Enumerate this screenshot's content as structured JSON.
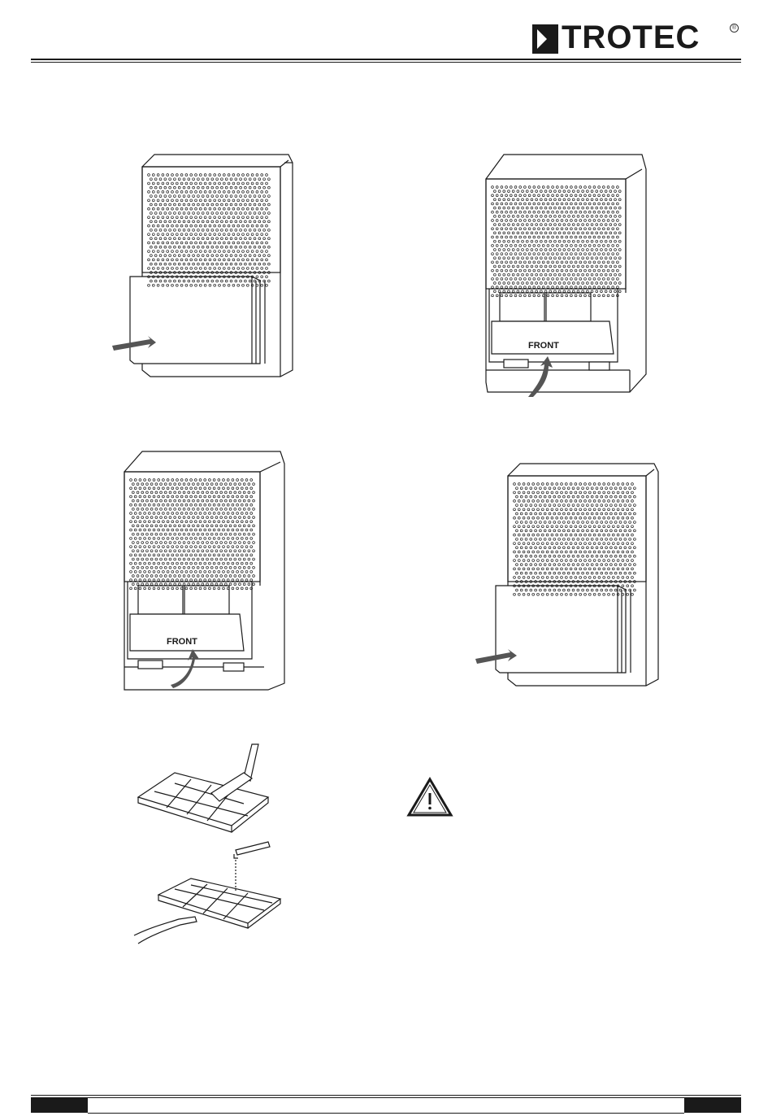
{
  "brand": {
    "name": "TROTEC",
    "registered_mark": "®"
  },
  "figures": {
    "step3_label": "FRONT",
    "step4_label": "FRONT"
  }
}
